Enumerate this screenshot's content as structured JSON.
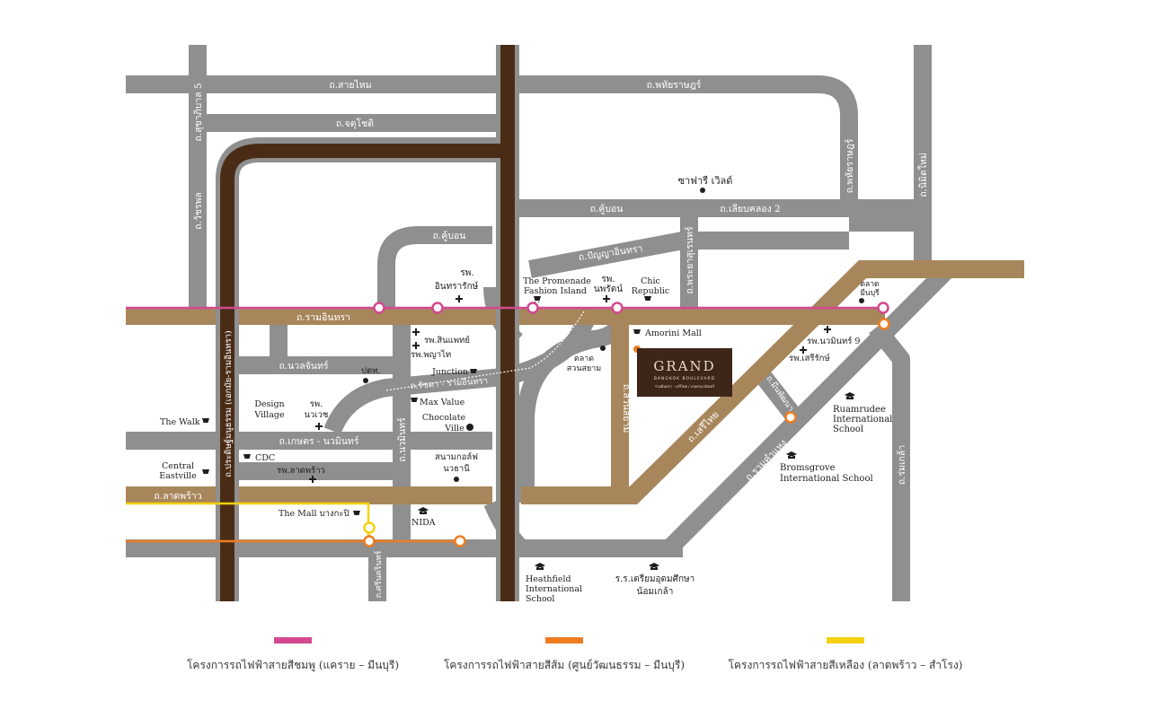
{
  "colors": {
    "road": "#8f8f8f",
    "major_road": "#a8865b",
    "expressway": "#4a2c16",
    "pink_line": "#d3498f",
    "orange_line": "#ee7d22",
    "yellow_line": "#f4d10f",
    "grand_box": "#3d2518",
    "text": "#231f20"
  },
  "roads": {
    "sai_mai": "ถ.สายไหม",
    "phahonyothin": "ถ.พหัยราษฎร์",
    "chatuchot": "ถ.จตุโชติ",
    "sukhaphiban5": "ถ.สุขาภิบาล 5",
    "watcharaphon": "ถ.วัชรพล",
    "phahonyothin_v": "ถ.พหัยราษฎร์",
    "nimit_mai": "ถ.นิมิตใหม่",
    "khu_bon_top": "ถ.คู้บอน",
    "khu_bon": "ถ.คู้บอน",
    "liap_khlong2": "ถ.เลียบคลอง 2",
    "panya_inthra": "ถ.ปัญญาอินทรา",
    "phraya_suren": "ถ.พระยาสุเรนทร์",
    "ram_inthra": "ถ.รามอินทรา",
    "pradit_manutham": "ถ.ประดิษฐ์มนูธรรม (เอกมัย-รามอินทรา)",
    "nuan_chan": "ถ.นวลจันทร์",
    "ratchada_ramintra": "ถ.รัชดา - รามอินทรา",
    "nawamin": "ถ.นวมินทร์",
    "suan_siam": "ถ.สวนสยาม",
    "kaset_nawamin": "ถ.เกษตร - นวมินทร์",
    "lat_phrao": "ถ.ลาดพร้าว",
    "seri_thai": "ถ.เสรีไทย",
    "min_phatthana": "ถ.มีนพัฒนา",
    "ramkhamhaeng": "ถ.รามคำแหง",
    "rom_klao": "ถ.ร่มเกล้า",
    "serinthon": "ถ.ศรีนครินทร์"
  },
  "places": {
    "safari_world": "ซาฟารี เวิลด์",
    "inthrarak_1": "รพ.",
    "inthrarak_2": "อินทรารักษ์",
    "promenade_1": "The Promenade",
    "promenade_2": "Fashion Island",
    "phyathai_hosp_1": "รพ.",
    "phyathai_hosp_2": "นพรัตน์",
    "chic_1": "Chic",
    "chic_2": "Republic",
    "talad_minburi_1": "ตลาด",
    "talad_minburi_2": "มีนบุรี",
    "sinphaet": "รพ.สินแพทย์",
    "phyathai": "รพ.พญาไท",
    "amorini": "Amorini Mall",
    "talad_suansiam_1": "ตลาด",
    "talad_suansiam_2": "สวนสยาม",
    "navamin9": "รพ.นวมินทร์ 9",
    "serirak": "รพ.เสรีรักษ์",
    "police": "ปตท.",
    "junction": "Junction",
    "design_village_1": "Design",
    "design_village_2": "Village",
    "nawavej_1": "รพ.",
    "nawavej_2": "นวเวช",
    "max_value": "Max Value",
    "chocolate_1": "Chocolate",
    "chocolate_2": "Ville",
    "the_walk": "The Walk",
    "cdc": "CDC",
    "central_1": "Central",
    "central_2": "Eastville",
    "latphrao_hosp": "รพ.ลาดพร้าว",
    "golf_1": "สนามกอล์ฟ",
    "golf_2": "นวธานี",
    "ruamrudee_1": "Ruamrudee",
    "ruamrudee_2": "International",
    "ruamrudee_3": "School",
    "bromsgrove_1": "Bromsgrove",
    "bromsgrove_2": "International School",
    "mall_bangkapi": "The Mall บางกะปิ",
    "nida": "NIDA",
    "heathfield_1": "Heathfield",
    "heathfield_2": "International",
    "heathfield_3": "School",
    "triam_1": "ร.ร.เตรียมอุดมศึกษา",
    "triam_2": "น้อมเกล้า"
  },
  "grand": {
    "title": "GRAND",
    "sub1": "BANGKOK BOULEVARD",
    "sub2": "รามอินทรา - เสรีไทย / เกษตรนวมินทร์"
  },
  "legend": {
    "pink": "โครงการรถไฟฟ้าสายสีชมพู (แคราย – มีนบุรี)",
    "orange": "โครงการรถไฟฟ้าสายสีส้ม (ศูนย์วัฒนธรรม – มีนบุรี)",
    "yellow": "โครงการรถไฟฟ้าสายสีเหลือง (ลาดพร้าว – สำโรง)"
  }
}
